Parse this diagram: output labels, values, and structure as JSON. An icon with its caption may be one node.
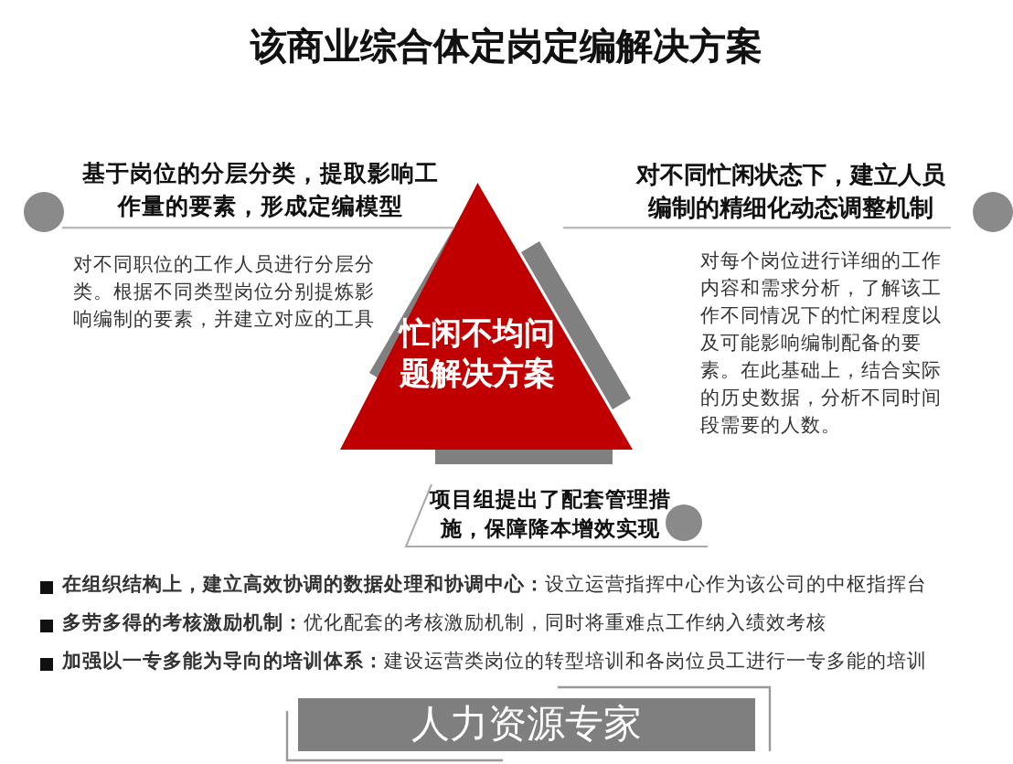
{
  "diagram": {
    "title": "该商业综合体定岗定编解决方案",
    "nodes": [
      {
        "text": [
          "忙闲不均问题解决方案"
        ]
      },
      {
        "text": [
          "项目组提出了配套管理措施，保障降本增效实现"
        ]
      },
      {
        "text": [
          "人力资源专家"
        ]
      }
    ],
    "labels": [
      "基于岗位的分层分类，提取影响工作量的要素，形成定编模型",
      "对不同职位的工作人员进行分层分类。根据不同类型岗位分别提炼影响编制的要素，并建立对应的工具",
      "对不同忙闲状态下，建立人员编制的精细化动态调整机制",
      "对每个岗位进行详细的工作内容和需求分析，了解该工作不同情况下的忙闲程度以及可能影响编制配备的要素。在此基础上，结合实际的历史数据，分析不同时间段需要的人数。",
      "**在组织结构上，建立高效协调的数据处理和协调中心：**设立运营指挥中心作为该公司的中枢指挥台",
      "**多劳多得的考核激励机制：**优化配套的考核激励机制，同时将重难点工作纳入绩效考核",
      "**加强以一专多能为导向的培训体系：**建设运营类岗位的转型培训和各岗位员工进行一专多能的培训"
    ]
  }
}
